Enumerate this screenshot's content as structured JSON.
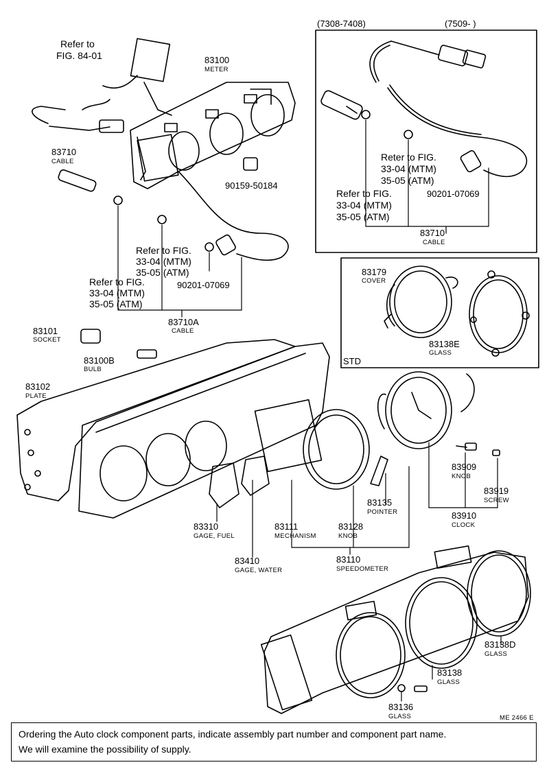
{
  "inset_upper": {
    "range_left": "(7308-7408)",
    "range_right": "(7509-       )",
    "reter_lines": [
      "Reter to FIG.",
      "33-04 (MTM)",
      "35-05 (ATM)"
    ],
    "refer_lines": [
      "Refer to FIG.",
      "33-04 (MTM)",
      "35-05 (ATM)"
    ],
    "part_90201": "90201-07069",
    "cable_no": "83710",
    "cable_name": "CABLE"
  },
  "inset_std": {
    "cover_no": "83179",
    "cover_name": "COVER",
    "glass_no": "83138E",
    "glass_name": "GLASS",
    "tag": "STD"
  },
  "main": {
    "refer_to": [
      "Refer to",
      "FIG. 84-01"
    ],
    "meter_no": "83100",
    "meter_name": "METER",
    "cable_no": "83710",
    "cable_name": "CABLE",
    "bolt_no": "90159-50184",
    "ref_a": [
      "Refer to FIG.",
      "33-04 (MTM)",
      "35-05 (ATM)"
    ],
    "part_90201": "90201-07069",
    "ref_b": [
      "Refer to FIG.",
      "33-04 (MTM)",
      "35-05 (ATM)"
    ],
    "cable_a_no": "83710A",
    "cable_a_name": "CABLE",
    "socket_no": "83101",
    "socket_name": "SOCKET",
    "bulb_no": "83100B",
    "bulb_name": "BULB",
    "plate_no": "83102",
    "plate_name": "PLATE",
    "gage_fuel_no": "83310",
    "gage_fuel_name": "GAGE, FUEL",
    "gage_water_no": "83410",
    "gage_water_name": "GAGE, WATER",
    "mech_no": "83111",
    "mech_name": "MECHANISM",
    "knob_no": "83128",
    "knob_name": "KNOB",
    "pointer_no": "83135",
    "pointer_name": "POINTER",
    "speedo_no": "83110",
    "speedo_name": "SPEEDOMETER",
    "knob2_no": "83909",
    "knob2_name": "KNOB",
    "screw_no": "83919",
    "screw_name": "SCREW",
    "clock_no": "83910",
    "clock_name": "CLOCK",
    "glass_d_no": "83138D",
    "glass_d_name": "GLASS",
    "glass_no": "83138",
    "glass_name": "GLASS",
    "glass_136_no": "83136",
    "glass_136_name": "GLASS",
    "code": "ME 2466 E"
  },
  "note": {
    "line1": "Ordering the Auto clock component parts, indicate assembly part number and component part name.",
    "line2": "We will examine the possibility of supply."
  }
}
